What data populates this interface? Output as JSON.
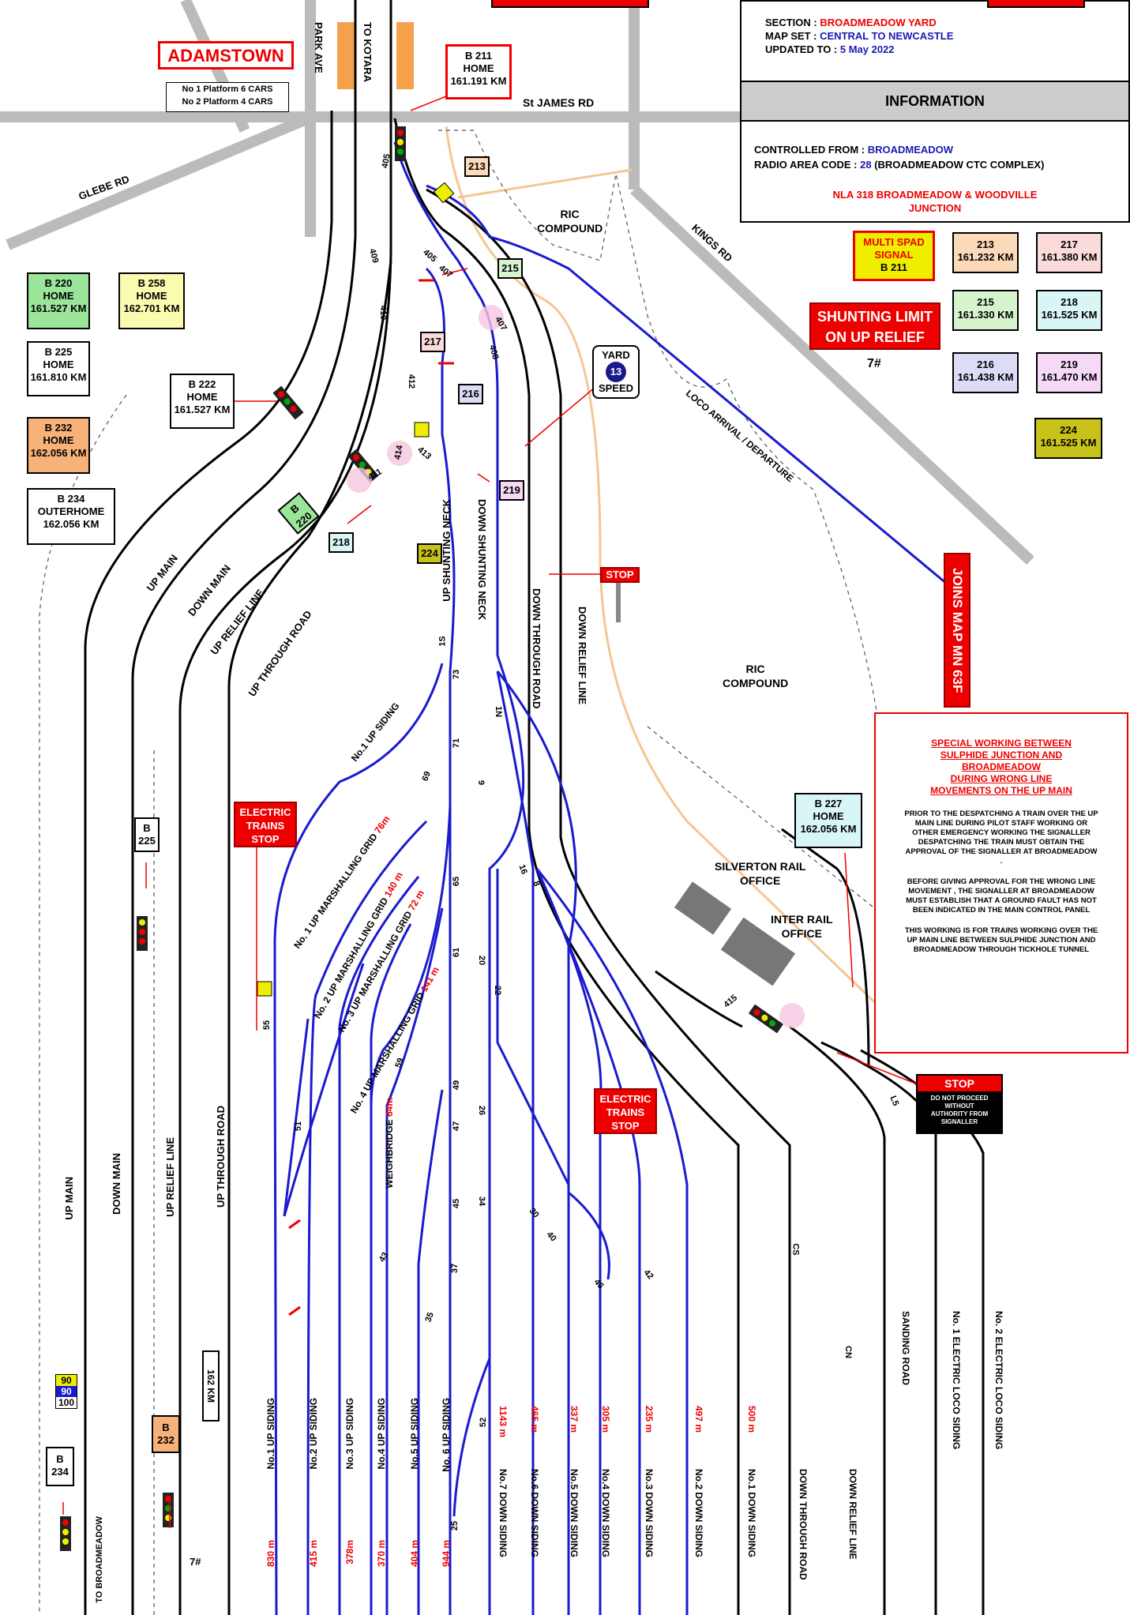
{
  "header": {
    "section_label": "SECTION :",
    "section": "BROADMEADOW YARD",
    "mapset_label": "MAP SET :",
    "mapset": "CENTRAL TO NEWCASTLE",
    "updated_label": "UPDATED TO :",
    "updated": "5 May 2022",
    "info_title": "INFORMATION",
    "controlled_label": "CONTROLLED FROM :",
    "controlled": "BROADMEADOW",
    "radio_label": "RADIO AREA CODE :",
    "radio_code": "28",
    "radio_suffix": "(BROADMEADOW CTC COMPLEX)",
    "nla_line1": "NLA 318 BROADMEADOW & WOODVILLE",
    "nla_line2": "JUNCTION"
  },
  "station": {
    "name": "ADAMSTOWN",
    "platform1": "No 1 Platform 6 CARS",
    "platform2": "No 2 Platform 4 CARS"
  },
  "roads": {
    "park_ave": "PARK AVE",
    "to_kotara": "TO KOTARA",
    "st_james": "St JAMES RD",
    "glebe": "GLEBE RD",
    "kings": "KINGS RD"
  },
  "signals_legend": [
    {
      "id": "B 220",
      "type": "HOME",
      "km": "161.527 KM",
      "color": "#9be59b"
    },
    {
      "id": "B 258",
      "type": "HOME",
      "km": "162.701 KM",
      "color": "#fbfbb0"
    },
    {
      "id": "B 225",
      "type": "HOME",
      "km": "161.810 KM",
      "color": "#ffffff"
    },
    {
      "id": "B 232",
      "type": "HOME",
      "km": "162.056 KM",
      "color": "#f7b27a"
    },
    {
      "id": "B 234",
      "type": "OUTERHOME",
      "km": "162.056 KM",
      "color": "#ffffff"
    }
  ],
  "right_legend": [
    {
      "id": "213",
      "km": "161.232 KM",
      "color": "#fcd9b8"
    },
    {
      "id": "217",
      "km": "161.380 KM",
      "color": "#fbdada"
    },
    {
      "id": "215",
      "km": "161.330 KM",
      "color": "#d6f5cf"
    },
    {
      "id": "218",
      "km": "161.525 KM",
      "color": "#d9f6f6"
    },
    {
      "id": "216",
      "km": "161.438 KM",
      "color": "#dcdcf7"
    },
    {
      "id": "219",
      "km": "161.470 KM",
      "color": "#f6d9f6"
    },
    {
      "id": "224",
      "km": "161.525 KM",
      "color": "#c8c21a"
    }
  ],
  "multi_spad": {
    "l1": "MULTI SPAD",
    "l2": "SIGNAL",
    "l3": "B 211"
  },
  "shunting_limit": {
    "l1": "SHUNTING LIMIT",
    "l2": "ON UP RELIEF",
    "note": "7#"
  },
  "b211": {
    "id": "B 211",
    "type": "HOME",
    "km": "161.191 KM"
  },
  "b222": {
    "id": "B 222",
    "type": "HOME",
    "km": "161.527 KM"
  },
  "b227": {
    "id": "B 227",
    "type": "HOME",
    "km": "162.056 KM"
  },
  "b225_small": {
    "l1": "B",
    "l2": "225"
  },
  "b232_small": {
    "l1": "B",
    "l2": "232"
  },
  "b234_small": {
    "l1": "B",
    "l2": "234"
  },
  "b220_tag": {
    "l1": "B",
    "l2": "220"
  },
  "yard_speed": {
    "l1": "YARD",
    "n": "13",
    "l2": "SPEED"
  },
  "stop": "STOP",
  "electric_stop": {
    "l1": "ELECTRIC",
    "l2": "TRAINS",
    "l3": "STOP"
  },
  "stop_black": {
    "title": "STOP",
    "l1": "DO NOT PROCEED",
    "l2": "WITHOUT",
    "l3": "AUTHORITY FROM",
    "l4": "SIGNALLER"
  },
  "ric_compound": {
    "l1": "RIC",
    "l2": "COMPOUND"
  },
  "silverton": {
    "l1": "SILVERTON RAIL",
    "l2": "OFFICE"
  },
  "interrail": {
    "l1": "INTER RAIL",
    "l2": "OFFICE"
  },
  "loco_arrival": "LOCO ARRIVAL / DEPARTURE",
  "joins_map": "JOINS MAP MN 63F",
  "special": {
    "title1": "SPECIAL WORKING BETWEEN",
    "title2": "SULPHIDE JUNCTION AND",
    "title3": "BROADMEADOW",
    "title4": "DURING WRONG LINE",
    "title5": "MOVEMENTS ON THE UP MAIN",
    "p1": "PRIOR TO THE DESPATCHING A TRAIN OVER THE UP MAIN LINE DURING PILOT STAFF WORKING OR OTHER EMERGENCY WORKING THE SIGNALLER DESPATCHING THE TRAIN MUST OBTAIN THE APPROVAL OF THE SIGNALLER AT BROADMEADOW .",
    "p2": "BEFORE GIVING APPROVAL FOR THE WRONG LINE MOVEMENT , THE SIGNALLER AT BROADMEADOW MUST ESTABLISH THAT A GROUND FAULT HAS NOT BEEN INDICATED IN THE MAIN CONTROL PANEL",
    "p3": "THIS WORKING IS FOR TRAINS WORKING OVER THE UP MAIN LINE BETWEEN SULPHIDE JUNCTION AND BROADMEADOW THROUGH TICKHOLE TUNNEL"
  },
  "line_labels": {
    "up_main": "UP MAIN",
    "down_main": "DOWN MAIN",
    "up_relief": "UP RELIEF LINE",
    "up_through": "UP THROUGH ROAD",
    "up_shunting": "UP SHUNTING NECK",
    "down_shunting": "DOWN SHUNTING NECK",
    "down_through": "DOWN THROUGH ROAD",
    "down_relief": "DOWN RELIEF LINE",
    "sanding": "SANDING ROAD",
    "no1_electric": "No. 1 ELECTRIC LOCO SIDING",
    "no2_electric": "No. 2 ELECTRIC LOCO SIDING",
    "no1_up_siding_diag": "No.1 UP SIDING",
    "weighbridge": "WEIGHBRIDGE",
    "weighbridge_len": "64m",
    "to_broadmeadow": "TO BROADMEADOW"
  },
  "grids": [
    {
      "name": "No. 1 UP MARSHALLING GRID",
      "len": "76m"
    },
    {
      "name": "No. 2 UP MARSHALLING GRID",
      "len": "140 m"
    },
    {
      "name": "No. 3 UP MARSHALLING GRID",
      "len": "72 m"
    },
    {
      "name": "No. 4 UP MARSHALLING GRID",
      "len": "141 m"
    }
  ],
  "sidings": [
    {
      "name": "No.1 UP SIDING",
      "len": "830 m"
    },
    {
      "name": "No.2 UP SIDING",
      "len": "415 m"
    },
    {
      "name": "No.3 UP SIDING",
      "len": "378m"
    },
    {
      "name": "No.4 UP SIDING",
      "len": "370 m"
    },
    {
      "name": "No.5 UP SIDING",
      "len": "404 m"
    },
    {
      "name": "No. 6 UP SIDING",
      "len": "944 m"
    },
    {
      "name": "No.7 DOWN SIDING",
      "len": "1143 m"
    },
    {
      "name": "No.6 DOWN SIDING",
      "len": "465 m"
    },
    {
      "name": "No.5 DOWN SIDING",
      "len": "337 m"
    },
    {
      "name": "No.4 DOWN SIDING",
      "len": "305 m"
    },
    {
      "name": "No.3 DOWN SIDING",
      "len": "235 m"
    },
    {
      "name": "No.2 DOWN SIDING",
      "len": "497 m"
    },
    {
      "name": "No.1 DOWN SIDING",
      "len": "500 m"
    },
    {
      "name": "DOWN THROUGH ROAD",
      "len": ""
    },
    {
      "name": "DOWN RELIEF LINE",
      "len": ""
    }
  ],
  "points": [
    "405",
    "409",
    "410",
    "412",
    "414",
    "413",
    "411",
    "405",
    "407",
    "407",
    "408",
    "1S",
    "73",
    "71",
    "69",
    "65",
    "61",
    "59",
    "55",
    "51",
    "49",
    "47",
    "45",
    "43",
    "37",
    "35",
    "52",
    "25",
    "1N",
    "9",
    "16",
    "8",
    "20",
    "22",
    "26",
    "34",
    "30",
    "40",
    "46",
    "42",
    "CS",
    "CN",
    "L5",
    "415"
  ],
  "km_marker": "162 KM",
  "speed_board": [
    "90",
    "90",
    "100"
  ],
  "note_7": "7#"
}
